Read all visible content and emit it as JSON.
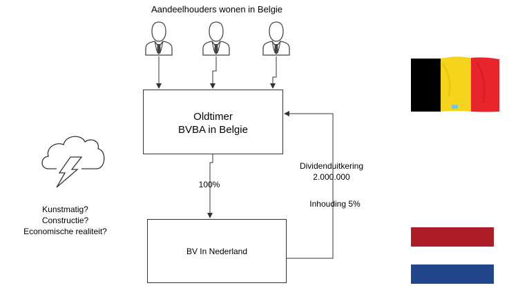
{
  "shareholders": {
    "title": "Aandeelhouders wonen in Belgie",
    "count": 3,
    "icon": "businessman-icon"
  },
  "entities": {
    "oldtimer": {
      "line1": "Oldtimer",
      "line2": "BVBA in Belgie",
      "icon": "car-icon"
    },
    "bv": {
      "label": "BV In Nederland"
    }
  },
  "ownership": {
    "label": "100%"
  },
  "dividend": {
    "line1": "Dividenduitkering",
    "line2": "2.000.000",
    "withholding": "Inhouding 5%"
  },
  "risk": {
    "icon": "storm-cloud-icon",
    "lines": [
      "Kunstmatig?",
      "Constructie?",
      "Economische realiteit?"
    ]
  },
  "flags": {
    "belgium": {
      "colors": [
        "#000000",
        "#f5d41b",
        "#e8242c"
      ]
    },
    "netherlands": {
      "colors": [
        "#ad1d25",
        "#ffffff",
        "#21468b"
      ]
    }
  },
  "colors": {
    "line": "#333333"
  }
}
